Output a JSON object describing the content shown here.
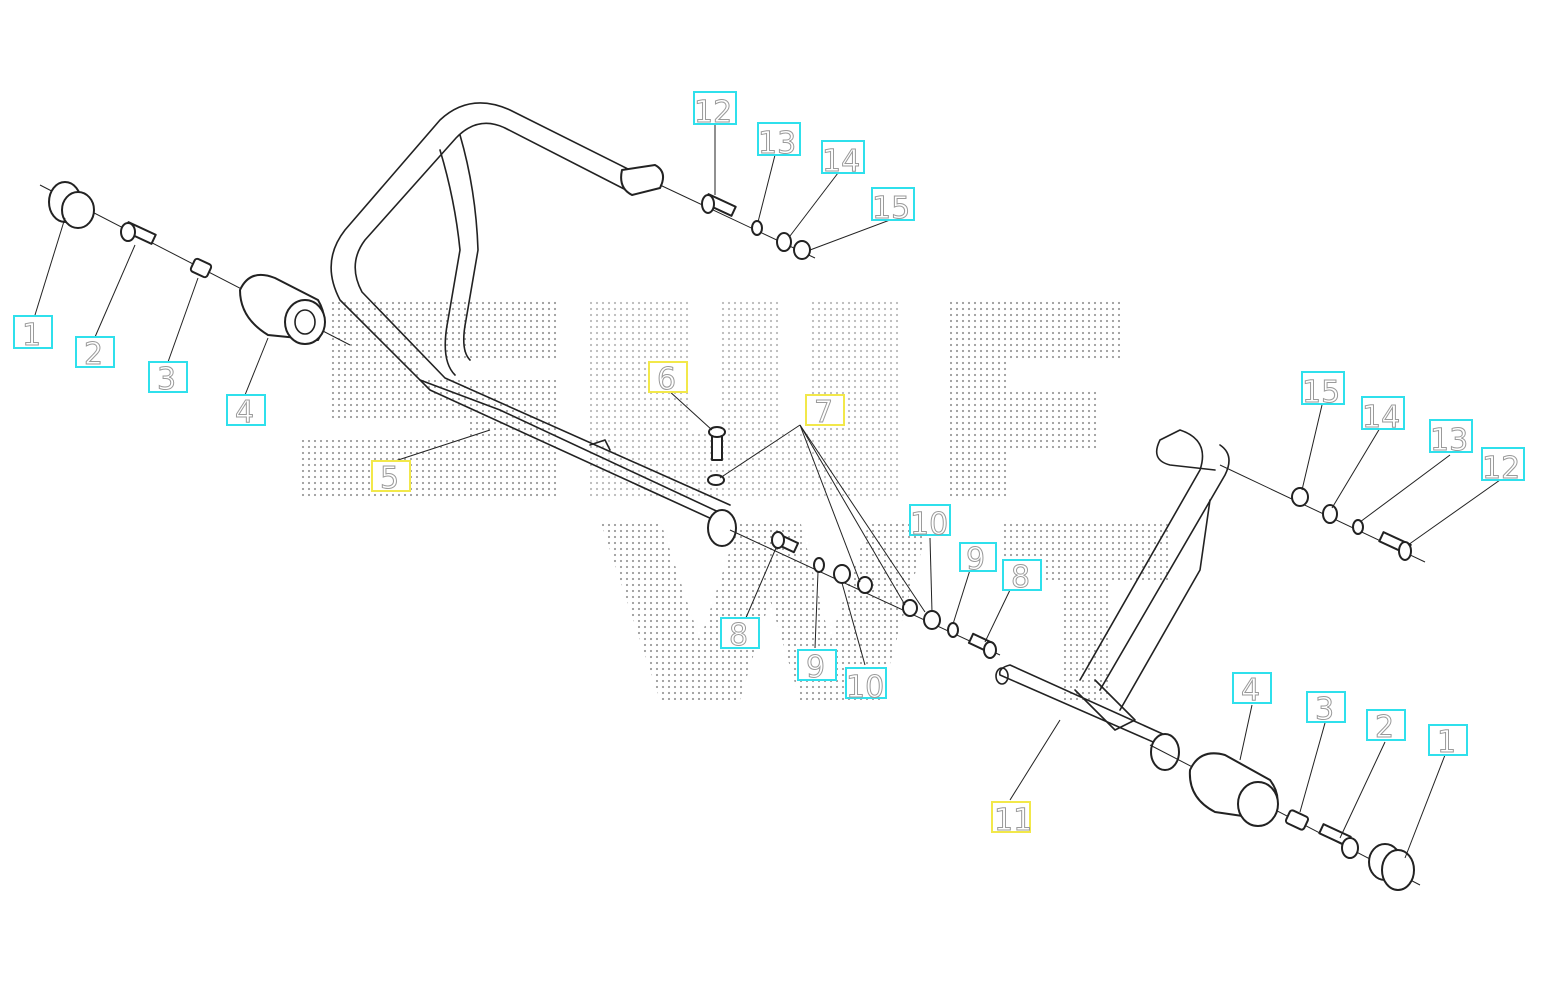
{
  "diagram": {
    "callouts": [
      {
        "id": "c1a",
        "text": "1",
        "color": "cyan"
      },
      {
        "id": "c2a",
        "text": "2",
        "color": "cyan"
      },
      {
        "id": "c3a",
        "text": "3",
        "color": "cyan"
      },
      {
        "id": "c4a",
        "text": "4",
        "color": "cyan"
      },
      {
        "id": "c5",
        "text": "5",
        "color": "yellow"
      },
      {
        "id": "c6",
        "text": "6",
        "color": "yellow"
      },
      {
        "id": "c7",
        "text": "7",
        "color": "yellow"
      },
      {
        "id": "c8a",
        "text": "8",
        "color": "cyan"
      },
      {
        "id": "c9a",
        "text": "9",
        "color": "cyan"
      },
      {
        "id": "c10a",
        "text": "10",
        "color": "cyan"
      },
      {
        "id": "c10b",
        "text": "10",
        "color": "cyan"
      },
      {
        "id": "c9b",
        "text": "9",
        "color": "cyan"
      },
      {
        "id": "c8b",
        "text": "8",
        "color": "cyan"
      },
      {
        "id": "c11",
        "text": "11",
        "color": "yellow"
      },
      {
        "id": "c12a",
        "text": "12",
        "color": "cyan"
      },
      {
        "id": "c13a",
        "text": "13",
        "color": "cyan"
      },
      {
        "id": "c14a",
        "text": "14",
        "color": "cyan"
      },
      {
        "id": "c15a",
        "text": "15",
        "color": "cyan"
      },
      {
        "id": "c15b",
        "text": "15",
        "color": "cyan"
      },
      {
        "id": "c14b",
        "text": "14",
        "color": "cyan"
      },
      {
        "id": "c13b",
        "text": "13",
        "color": "cyan"
      },
      {
        "id": "c12b",
        "text": "12",
        "color": "cyan"
      },
      {
        "id": "c4b",
        "text": "4",
        "color": "cyan"
      },
      {
        "id": "c3b",
        "text": "3",
        "color": "cyan"
      },
      {
        "id": "c2b",
        "text": "2",
        "color": "cyan"
      },
      {
        "id": "c1b",
        "text": "1",
        "color": "cyan"
      }
    ],
    "watermark": "SW-MOTECH",
    "colors": {
      "cyan": "#2fe0ec",
      "yellow": "#f2e84a",
      "line": "#222222",
      "label": "#9a9a9a"
    }
  }
}
